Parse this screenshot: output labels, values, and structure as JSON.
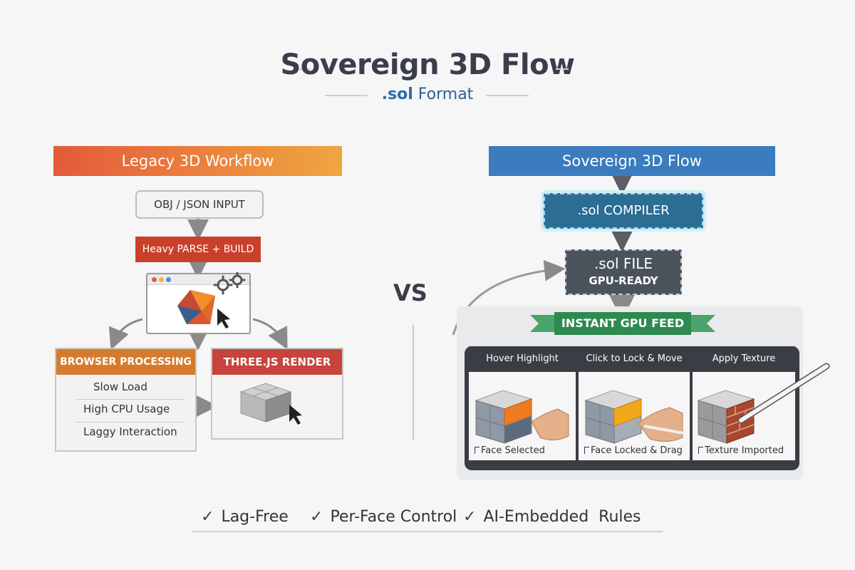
{
  "header": {
    "title": "Sovereign 3D Flow",
    "subtitle_ext": ".sol",
    "subtitle_rest": "Format"
  },
  "legacy": {
    "heading": "Legacy 3D Workflow",
    "input_box": "OBJ / JSON INPUT",
    "parse_box": "Heavy PARSE + BUILD",
    "browser_processing": {
      "heading": "BROWSER PROCESSING",
      "items": [
        "Slow Load",
        "High CPU Usage",
        "Laggy Interaction"
      ]
    },
    "render_box": "THREE.JS RENDER"
  },
  "vs_label": "VS",
  "sovereign": {
    "heading": "Sovereign 3D Flow",
    "compiler": ".sol COMPILER",
    "file_line1": ".sol FILE",
    "file_line2": "GPU-READY",
    "feed_banner": "INSTANT GPU FEED",
    "screens": [
      {
        "heading": "Hover Highlight",
        "caption": "Face Selected"
      },
      {
        "heading": "Click to Lock & Move",
        "caption": "Face Locked & Drag"
      },
      {
        "heading": "Apply Texture",
        "caption": "Texture Imported"
      }
    ]
  },
  "features": [
    "Lag-Free",
    "Per-Face Control",
    "AI-Embedded  Rules"
  ],
  "colors": {
    "legacy_gradient_start": "#e45a3a",
    "legacy_gradient_end": "#f0a540",
    "parse_red": "#c9402a",
    "sovereign_blue": "#3a7cbd",
    "compiler_teal": "#2c6d93",
    "feed_green": "#2e8a4f",
    "highlight_orange": "#f07a1e",
    "locked_yellow": "#f2a81c",
    "brick": "#a9482e"
  }
}
